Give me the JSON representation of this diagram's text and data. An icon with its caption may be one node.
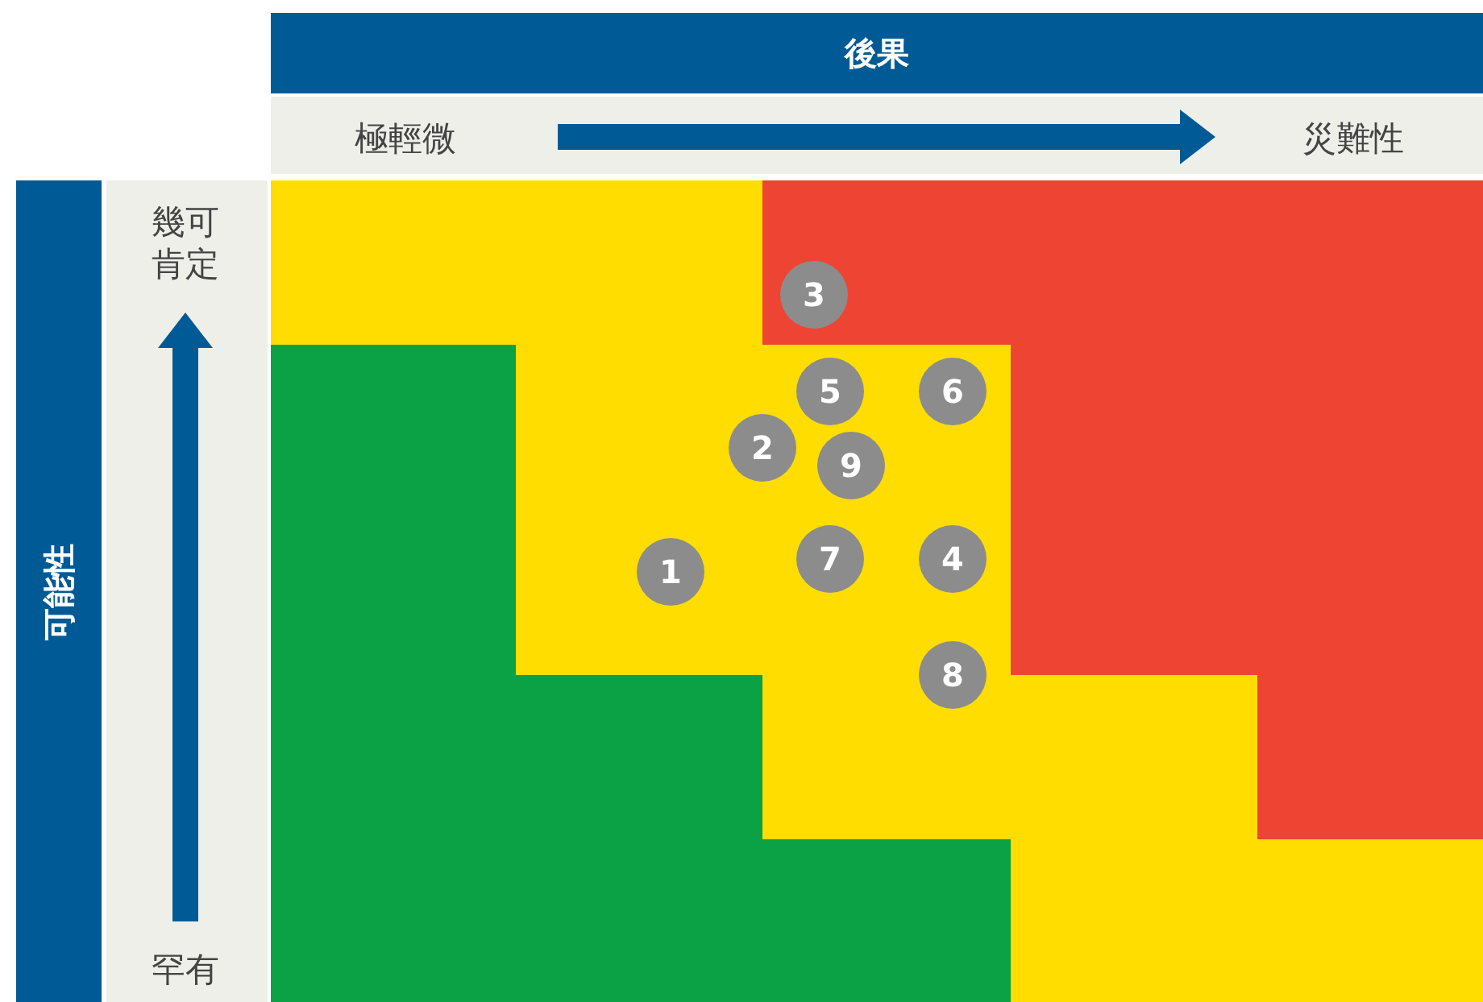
{
  "diagram": {
    "nodes": [
      {
        "text": [
          "後果"
        ]
      },
      {
        "text": [
          "可能性"
        ]
      },
      {
        "text": [
          "3"
        ]
      },
      {
        "text": [
          "5"
        ]
      },
      {
        "text": [
          "6"
        ]
      },
      {
        "text": [
          "2"
        ]
      },
      {
        "text": [
          "9"
        ]
      },
      {
        "text": [
          "1"
        ]
      },
      {
        "text": [
          "7"
        ]
      },
      {
        "text": [
          "4"
        ]
      },
      {
        "text": [
          "8"
        ]
      }
    ],
    "edges": [],
    "labels": [
      "極輕微",
      "災難性",
      "幾可肯定",
      "罕有"
    ]
  }
}
